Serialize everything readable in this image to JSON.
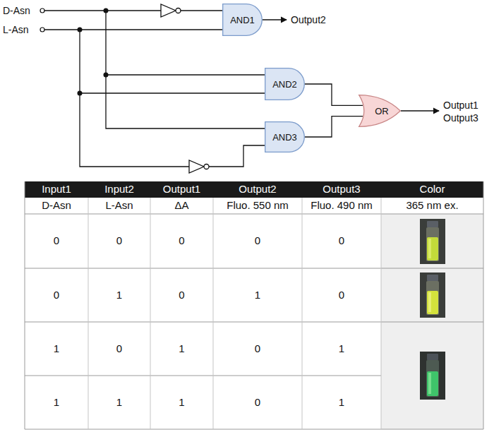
{
  "diagram": {
    "nodes": [
      {
        "text": [
          "AND1"
        ]
      },
      {
        "text": [
          "AND2"
        ]
      },
      {
        "text": [
          "AND3"
        ]
      },
      {
        "text": [
          "OR"
        ]
      }
    ],
    "edges": [
      {
        "from": 1,
        "to": 3,
        "arrow": "none"
      },
      {
        "from": 2,
        "to": 3,
        "arrow": "none"
      }
    ],
    "labels": [
      "D-Asn",
      "L-Asn",
      "Output2",
      "Output1",
      "Output3",
      "Input1",
      "Input2",
      "Output1",
      "Output2",
      "Output3",
      "Color",
      "D-Asn",
      "L-Asn",
      "ΔA",
      "Fluo. 550 nm",
      "Fluo. 490 nm",
      "365 nm ex.",
      "0",
      "0",
      "0",
      "0",
      "0",
      "0",
      "1",
      "0",
      "1",
      "0",
      "1",
      "0",
      "1",
      "0",
      "1",
      "1",
      "1",
      "1",
      "0",
      "1"
    ]
  }
}
